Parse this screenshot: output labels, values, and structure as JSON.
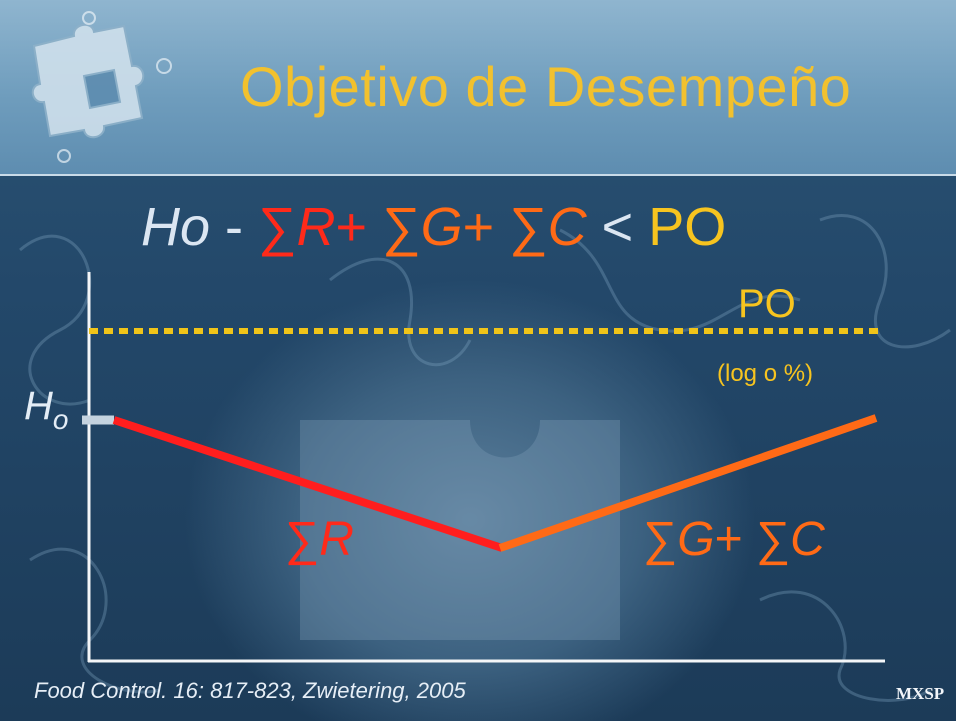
{
  "slide": {
    "title": "Objetivo de Desempeño",
    "formula": {
      "ho": "Ho",
      "minus": " - ",
      "sum_r_symbol": "∑",
      "sum_r_var": "R",
      "plus1": "+ ",
      "sum_g_symbol": "∑",
      "sum_g_var": "G",
      "plus2": "+ ",
      "sum_c_symbol": "∑",
      "sum_c_var": "C",
      "lt": " < ",
      "po": "PO"
    },
    "diagram": {
      "po_label": "PO",
      "po_unit": "(log o %)",
      "ho_label": "H",
      "ho_sub": "o",
      "reduction_symbol": "∑",
      "reduction_var": "R",
      "growth_label_g_sym": "∑",
      "growth_label_g": "G",
      "growth_label_plus": "+ ",
      "growth_label_c_sym": "∑",
      "growth_label_c": "C"
    },
    "citation": "Food Control. 16: 817-823, Zwietering, 2005",
    "logo_text": "MXSP",
    "colors": {
      "title": "#f2c12e",
      "po_line": "#f0c419",
      "reduction": "#ff1e1e",
      "growth": "#ff6a16",
      "axis": "#f4f6f8"
    }
  }
}
